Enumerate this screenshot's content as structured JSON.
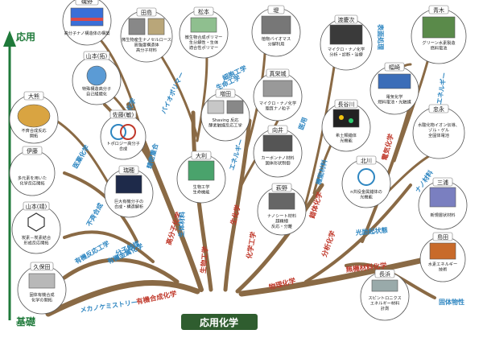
{
  "axis": {
    "top": "応用",
    "bottom": "基礎",
    "color": "#1f7a3a"
  },
  "trunk": {
    "label": "応用化学",
    "color": "#2f5d2f"
  },
  "branches_red": [
    {
      "id": "r1",
      "text": "有機合成化学"
    },
    {
      "id": "r2",
      "text": "高分子化学"
    },
    {
      "id": "r3",
      "text": "生物工学"
    },
    {
      "id": "r4",
      "text": "化学工学"
    },
    {
      "id": "r5",
      "text": "生化学"
    },
    {
      "id": "r6",
      "text": "物理化学"
    },
    {
      "id": "r7",
      "text": "分析化学"
    },
    {
      "id": "r8",
      "text": "錯体化学"
    },
    {
      "id": "r9",
      "text": "無機材料化学"
    },
    {
      "id": "r10",
      "text": "電気化学"
    }
  ],
  "branches_blue": [
    {
      "id": "b1",
      "text": "メカノケミストリー"
    },
    {
      "id": "b2",
      "text": "有機反応工学"
    },
    {
      "id": "b3",
      "text": "分子触媒"
    },
    {
      "id": "b4",
      "text": "有機金属化学"
    },
    {
      "id": "b5",
      "text": "不斉合成"
    },
    {
      "id": "b6",
      "text": "医薬化学"
    },
    {
      "id": "b7",
      "text": "超分子化学"
    },
    {
      "id": "b8",
      "text": "精密重合"
    },
    {
      "id": "b9",
      "text": "バイオポリマー"
    },
    {
      "id": "b10",
      "text": "生体材料"
    },
    {
      "id": "b11",
      "text": "細胞工学"
    },
    {
      "id": "b12",
      "text": "生命工学"
    },
    {
      "id": "b13",
      "text": "エネルギー"
    },
    {
      "id": "b14",
      "text": "医用"
    },
    {
      "id": "b15",
      "text": "機能材料"
    },
    {
      "id": "b16",
      "text": "光励起状態"
    },
    {
      "id": "b17",
      "text": "表面処理"
    },
    {
      "id": "b18",
      "text": "エネルギー"
    },
    {
      "id": "b19",
      "text": "ナノ材料"
    },
    {
      "id": "b20",
      "text": "固体物性"
    }
  ],
  "labs": [
    {
      "id": "l1",
      "name": "磯野",
      "desc": "高分子ナノ構造体の構築"
    },
    {
      "id": "l2",
      "name": "田島",
      "desc": "微生物産生ナノセルロース\n高強度構造体\n高分子材料"
    },
    {
      "id": "l3",
      "name": "松本",
      "desc": "微生物合成ポリマー\n生分解性・生体\n適合性ポリマー"
    },
    {
      "id": "l4",
      "name": "堤",
      "desc": "植物バイオマス\n分解利用"
    },
    {
      "id": "l5",
      "name": "渡慶次",
      "desc": "マイクロ・ナノ化学\n分析・診断・治療"
    },
    {
      "id": "l6",
      "name": "青木",
      "desc": "グリーン水素製造\n燃料電池"
    },
    {
      "id": "l7",
      "name": "山本(拓)",
      "desc": "特殊構造高分子\n自己組織化"
    },
    {
      "id": "l8",
      "name": "真栄城",
      "desc": "マイクロ・ナノ化学\n脂質ナノ粒子"
    },
    {
      "id": "l9",
      "name": "幅崎",
      "desc": "電気化学\n燃料電池・光触媒"
    },
    {
      "id": "l10",
      "name": "大熊",
      "desc": "不斉合成反応\n開拓"
    },
    {
      "id": "l11",
      "name": "佐藤(敏)",
      "desc": "トポロジー高分子\n合成"
    },
    {
      "id": "l12",
      "name": "増田",
      "desc": "Shaving 反応\n酵素触媒反応工学"
    },
    {
      "id": "l13",
      "name": "長谷川",
      "desc": "希土類錯体\n光機能"
    },
    {
      "id": "l14",
      "name": "忠永",
      "desc": "水酸化物イオン伝導、\nゾル・ゲル\n全固体電池"
    },
    {
      "id": "l15",
      "name": "伊藤",
      "desc": "多元素を用いた\n化学反応開拓"
    },
    {
      "id": "l16",
      "name": "向井",
      "desc": "カーボンナノ材料\n固体形状制御"
    },
    {
      "id": "l17",
      "name": "大利",
      "desc": "生物工学\n生命機能"
    },
    {
      "id": "l18",
      "name": "北川",
      "desc": "n共役金属錯体の\n光機能"
    },
    {
      "id": "l19",
      "name": "瑞穂",
      "desc": "巨大有機分子の\n合成・構造解析"
    },
    {
      "id": "l20",
      "name": "萩野",
      "desc": "ナノシート材料\n超精細\n反応・分離"
    },
    {
      "id": "l21",
      "name": "三浦",
      "desc": "新規層状材料"
    },
    {
      "id": "l22",
      "name": "山本(靖)",
      "desc": "炭素－炭素結合\n形成反応開拓"
    },
    {
      "id": "l23",
      "name": "島田",
      "desc": "水素エネルギー\n技術"
    },
    {
      "id": "l24",
      "name": "久保田",
      "desc": "固体有機合成\n化学の開拓"
    },
    {
      "id": "l25",
      "name": "長浜",
      "desc": "スピントロニクス\nエネルギー材料\n計測"
    }
  ],
  "colors": {
    "red": "#c0392b",
    "blue": "#2e86c1",
    "bark": "#8a6a45",
    "green": "#2e7d32"
  }
}
